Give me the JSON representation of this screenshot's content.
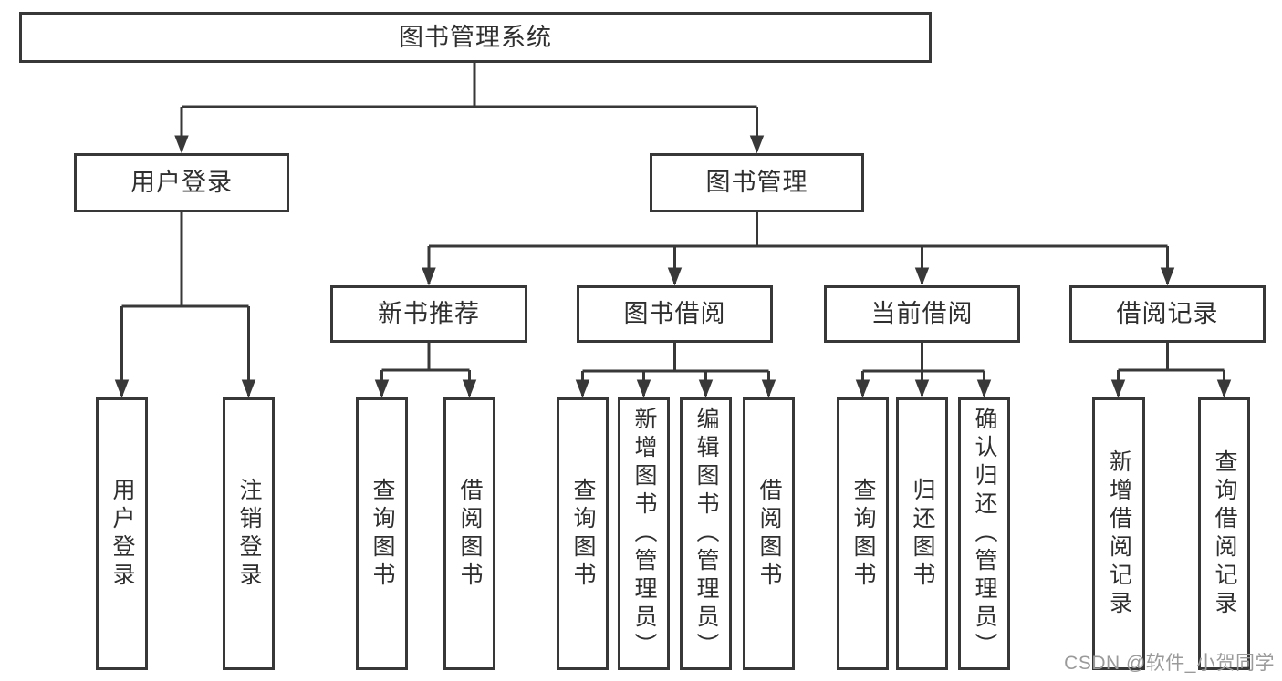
{
  "colors": {
    "line": "#383838",
    "text": "#2f2f2f",
    "box_background": "#ffffff",
    "watermark": "#9a9a9a"
  },
  "watermark": {
    "text": "CSDN @软件_小贺同学"
  },
  "tree": {
    "root": {
      "label": "图书管理系统"
    },
    "level2": [
      {
        "label": "用户登录",
        "children": [
          {
            "label": "用户登录"
          },
          {
            "label": "注销登录"
          }
        ]
      },
      {
        "label": "图书管理",
        "sections": [
          {
            "label": "新书推荐",
            "children": [
              {
                "label": "查询图书"
              },
              {
                "label": "借阅图书"
              }
            ]
          },
          {
            "label": "图书借阅",
            "children": [
              {
                "label": "查询图书"
              },
              {
                "label": "新增图书（管理员）"
              },
              {
                "label": "编辑图书（管理员）"
              },
              {
                "label": "借阅图书"
              }
            ]
          },
          {
            "label": "当前借阅",
            "children": [
              {
                "label": "查询图书"
              },
              {
                "label": "归还图书"
              },
              {
                "label": "确认归还（管理员）"
              }
            ]
          },
          {
            "label": "借阅记录",
            "children": [
              {
                "label": "新增借阅记录"
              },
              {
                "label": "查询借阅记录"
              }
            ]
          }
        ]
      }
    ]
  }
}
